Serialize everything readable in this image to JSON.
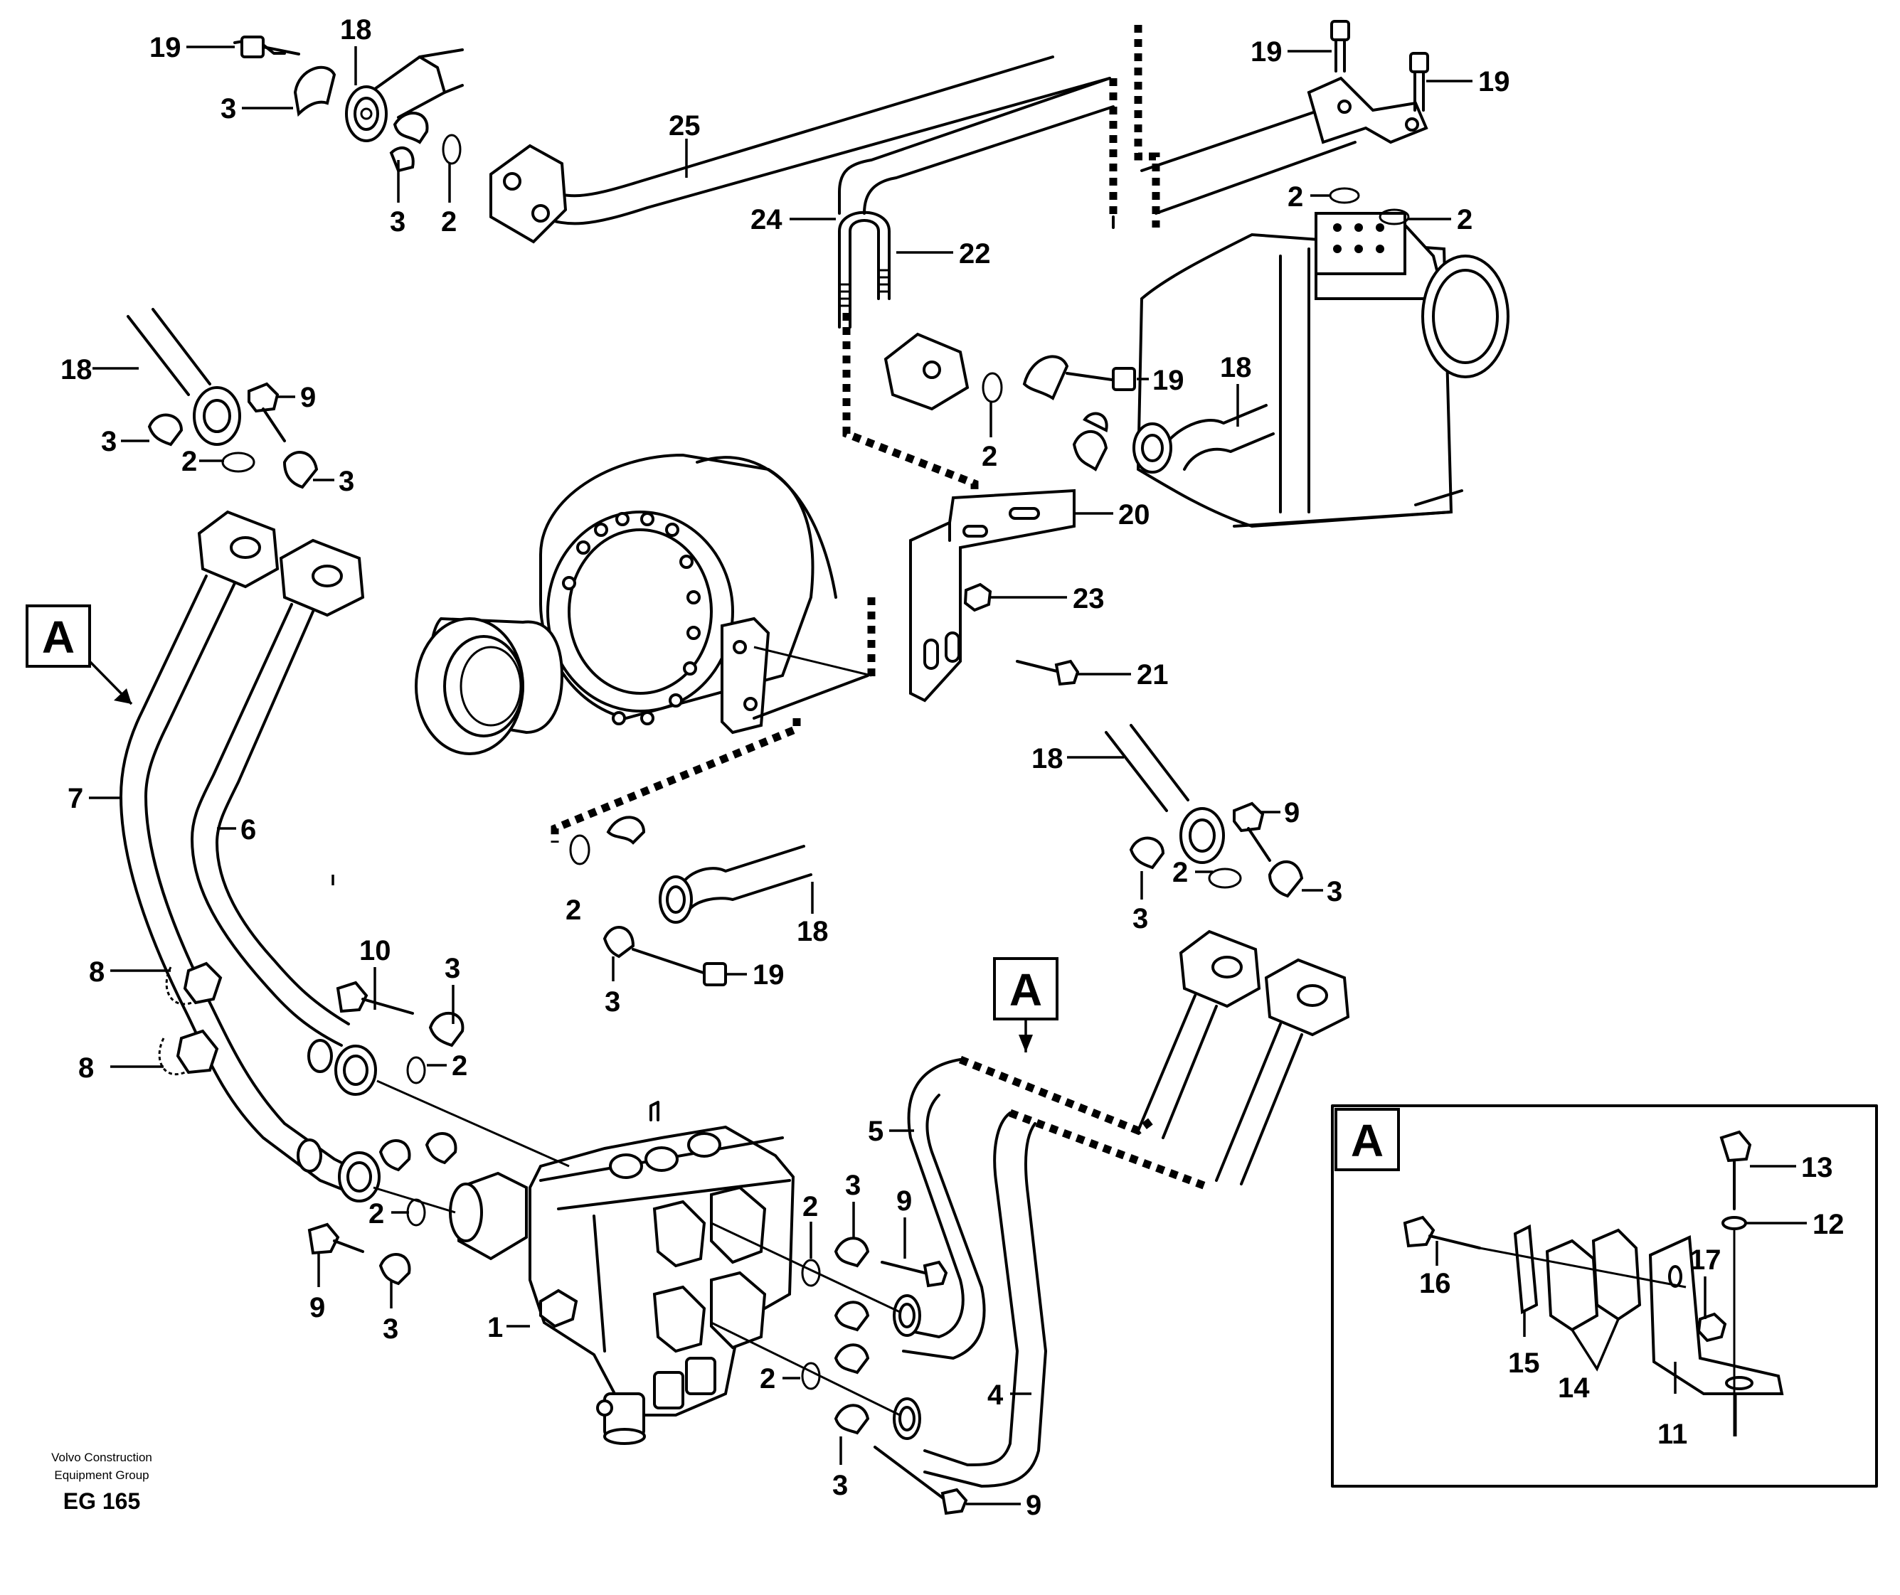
{
  "diagram": {
    "callouts": [
      "1",
      "2",
      "3",
      "4",
      "5",
      "6",
      "7",
      "8",
      "9",
      "10",
      "11",
      "12",
      "13",
      "14",
      "15",
      "16",
      "17",
      "18",
      "19",
      "20",
      "21",
      "22",
      "23",
      "24",
      "25"
    ],
    "view_marker": "A",
    "detail_box_label": "A"
  },
  "footer": {
    "brand_line1": "Volvo Construction",
    "brand_line2": "Equipment Group",
    "drawing_code": "EG 165"
  }
}
